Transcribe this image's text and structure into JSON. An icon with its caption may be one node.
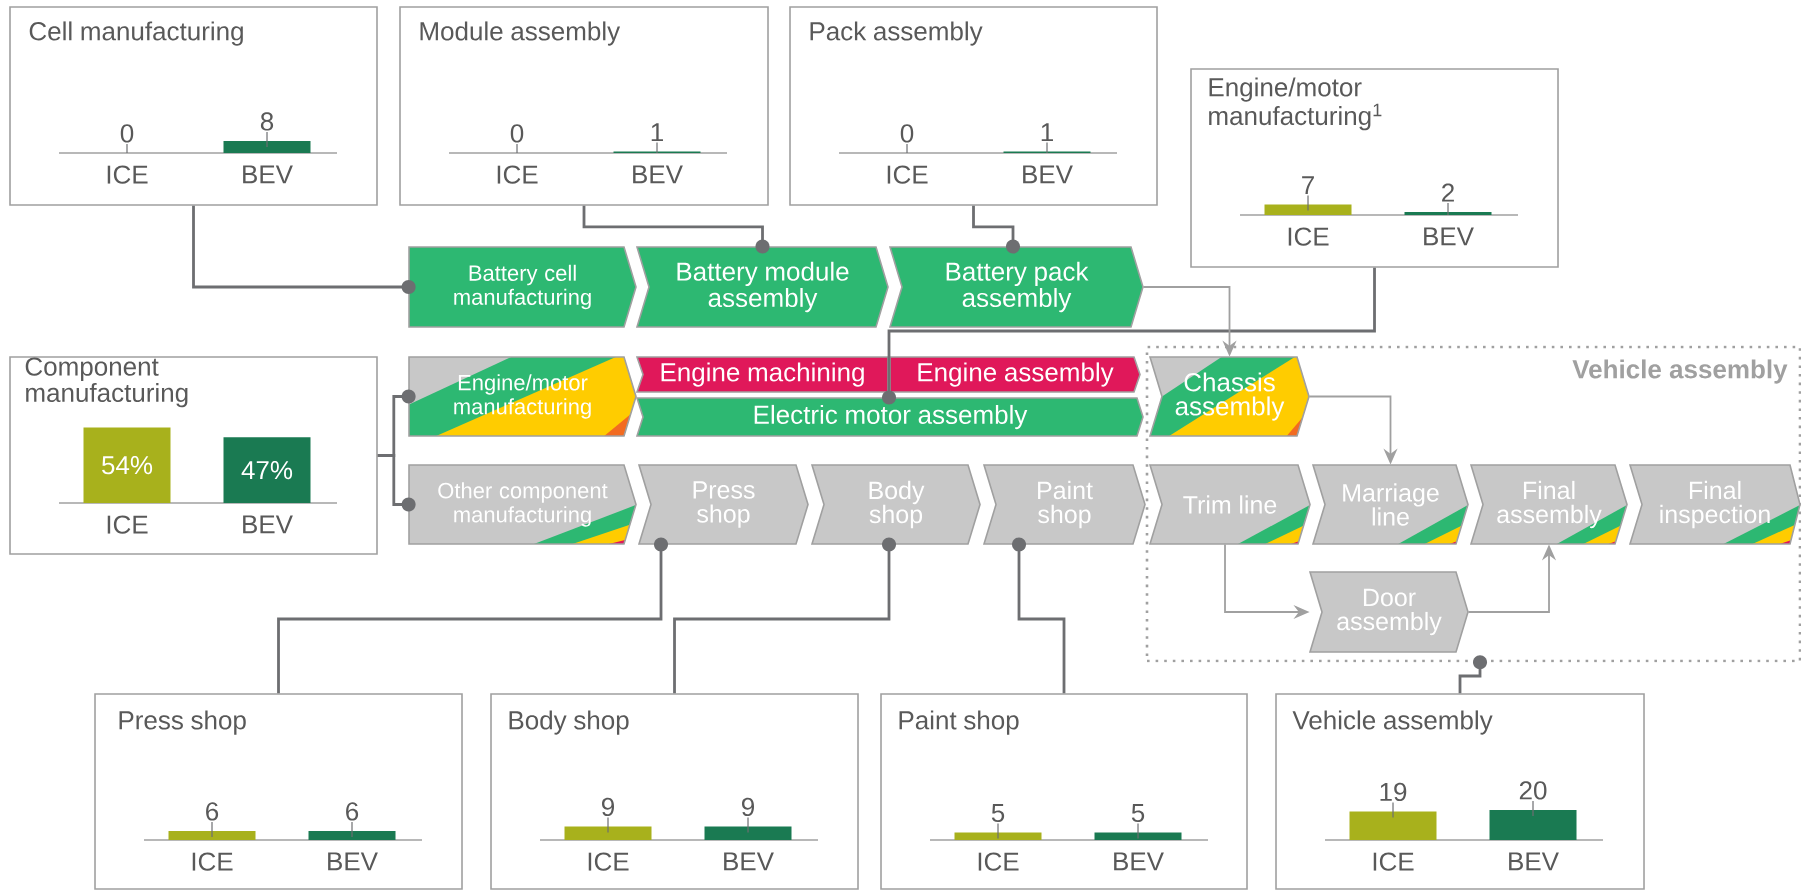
{
  "diagram": {
    "nodes": [
      {
        "text": [
          "Cell manufacturing",
          "0",
          "8",
          "ICE",
          "BEV"
        ]
      },
      {
        "text": [
          "Module assembly",
          "0",
          "1",
          "ICE",
          "BEV"
        ]
      },
      {
        "text": [
          "Pack assembly",
          "0",
          "1",
          "ICE",
          "BEV"
        ]
      },
      {
        "text": [
          "Engine/motor manufacturing$^{1}$",
          "7",
          "2",
          "ICE",
          "BEV"
        ]
      },
      {
        "text": [
          "Battery cell manufacturing"
        ]
      },
      {
        "text": [
          "Battery module assembly"
        ]
      },
      {
        "text": [
          "Battery pack assembly"
        ]
      },
      {
        "text": [
          "Component manufacturing",
          "54%",
          "47%",
          "ICE",
          "BEV"
        ]
      },
      {
        "text": [
          "Engine/motor manufacturing"
        ]
      },
      {
        "text": [
          "Engine machining"
        ]
      },
      {
        "text": [
          "Engine assembly"
        ]
      },
      {
        "text": [
          "Electric motor assembly"
        ]
      },
      {
        "text": [
          "Vehicle assembly"
        ]
      },
      {
        "text": [
          "Chassis assembly"
        ],
        "in": 12
      },
      {
        "text": [
          "Other component manufacturing"
        ]
      },
      {
        "text": [
          "Press shop"
        ]
      },
      {
        "text": [
          "Body shop"
        ]
      },
      {
        "text": [
          "Paint shop"
        ]
      },
      {
        "text": [
          "Trim line"
        ],
        "in": 12
      },
      {
        "text": [
          "Marriage line"
        ],
        "in": 12
      },
      {
        "text": [
          "Final assembly"
        ],
        "in": 12
      },
      {
        "text": [
          "Final inspection"
        ],
        "in": 12
      },
      {
        "text": [
          "Door assembly"
        ],
        "in": 12
      },
      {
        "text": [
          "Press shop",
          "6",
          "6",
          "ICE",
          "BEV"
        ]
      },
      {
        "text": [
          "Body shop",
          "9",
          "9",
          "ICE",
          "BEV"
        ]
      },
      {
        "text": [
          "Paint shop",
          "5",
          "5",
          "ICE",
          "BEV"
        ]
      },
      {
        "text": [
          "Vehicle assembly",
          "19",
          "20",
          "ICE",
          "BEV"
        ]
      }
    ],
    "edges": [
      {
        "from": 0,
        "to": 4,
        "arrow": "other"
      },
      {
        "from": 1,
        "to": 5,
        "arrow": "other"
      },
      {
        "from": 2,
        "to": 6,
        "arrow": "other"
      },
      {
        "from": 3,
        "to": 11,
        "arrow": "other"
      },
      {
        "from": 7,
        "to": 8,
        "arrow": "other"
      },
      {
        "from": 7,
        "to": 14,
        "arrow": "other"
      },
      {
        "from": 23,
        "to": 15,
        "arrow": "other"
      },
      {
        "from": 24,
        "to": 16,
        "arrow": "other"
      },
      {
        "from": 25,
        "to": 17,
        "arrow": "other"
      },
      {
        "from": 26,
        "to": 12,
        "arrow": "other"
      },
      {
        "from": 6,
        "to": 13,
        "arrow": "to",
        "color": "#a0a0a0"
      },
      {
        "from": 13,
        "to": 19,
        "arrow": "to",
        "color": "#a0a0a0"
      },
      {
        "from": 18,
        "to": 22,
        "arrow": "to",
        "color": "#a0a0a0"
      },
      {
        "from": 22,
        "to": 20,
        "arrow": "to",
        "color": "#a0a0a0"
      }
    ]
  }
}
